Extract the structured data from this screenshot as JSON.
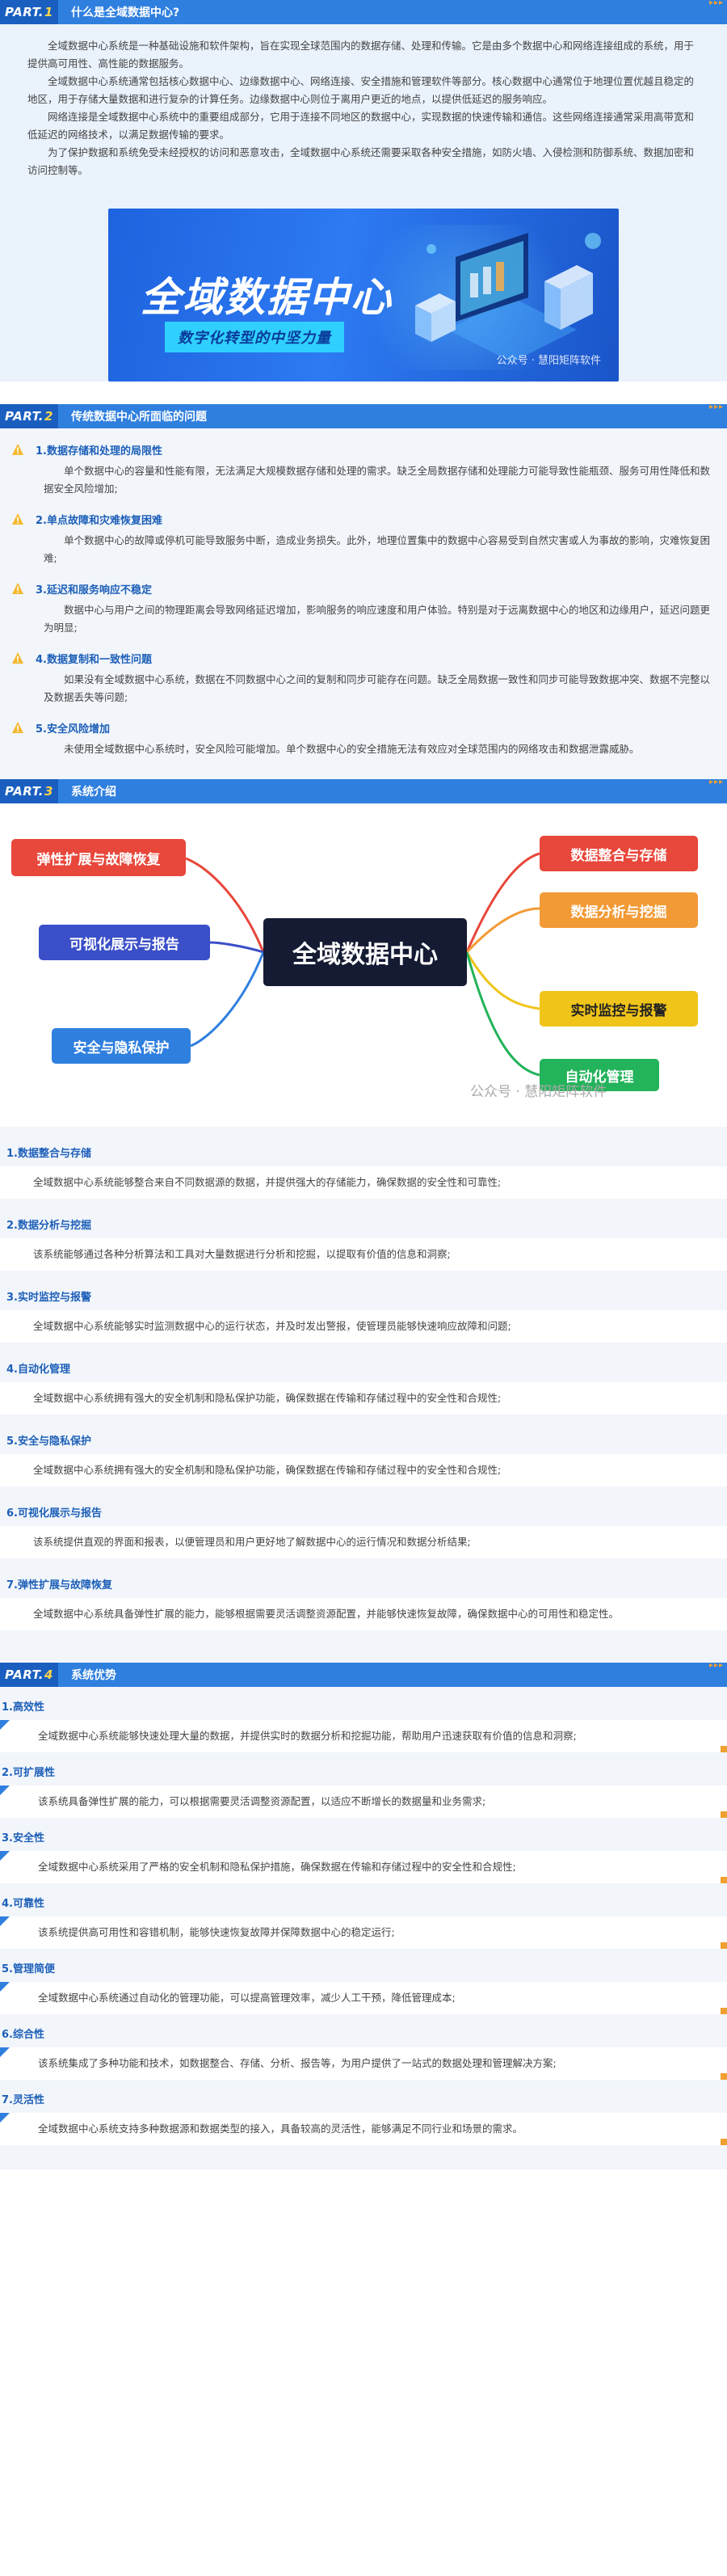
{
  "part1": {
    "tag": "PART.",
    "num": "1",
    "title": "什么是全域数据中心?",
    "paragraphs": [
      "全域数据中心系统是一种基础设施和软件架构，旨在实现全球范围内的数据存储、处理和传输。它是由多个数据中心和网络连接组成的系统，用于提供高可用性、高性能的数据服务。",
      "全域数据中心系统通常包括核心数据中心、边缘数据中心、网络连接、安全措施和管理软件等部分。核心数据中心通常位于地理位置优越且稳定的地区，用于存储大量数据和进行复杂的计算任务。边缘数据中心则位于离用户更近的地点，以提供低延迟的服务响应。",
      "网络连接是全域数据中心系统中的重要组成部分，它用于连接不同地区的数据中心，实现数据的快速传输和通信。这些网络连接通常采用高带宽和低延迟的网络技术，以满足数据传输的要求。",
      "为了保护数据和系统免受未经授权的访问和恶意攻击，全域数据中心系统还需要采取各种安全措施，如防火墙、入侵检测和防御系统、数据加密和访问控制等。"
    ],
    "banner": {
      "title": "全域数据中心",
      "subtitle": "数字化转型的中坚力量",
      "watermark": "公众号 · 慧阳矩阵软件"
    }
  },
  "part2": {
    "tag": "PART.",
    "num": "2",
    "title": "传统数据中心所面临的问题",
    "items": [
      {
        "title": "1.数据存储和处理的局限性",
        "body": "单个数据中心的容量和性能有限，无法满足大规模数据存储和处理的需求。缺乏全局数据存储和处理能力可能导致性能瓶颈、服务可用性降低和数据安全风险增加;"
      },
      {
        "title": "2.单点故障和灾难恢复困难",
        "body": "单个数据中心的故障或停机可能导致服务中断，造成业务损失。此外，地理位置集中的数据中心容易受到自然灾害或人为事故的影响，灾难恢复困难;"
      },
      {
        "title": "3.延迟和服务响应不稳定",
        "body": "数据中心与用户之间的物理距离会导致网络延迟增加，影响服务的响应速度和用户体验。特别是对于远离数据中心的地区和边缘用户，延迟问题更为明显;"
      },
      {
        "title": "4.数据复制和一致性问题",
        "body": "如果没有全域数据中心系统，数据在不同数据中心之间的复制和同步可能存在问题。缺乏全局数据一致性和同步可能导致数据冲突、数据不完整以及数据丢失等问题;"
      },
      {
        "title": "5.安全风险增加",
        "body": "未使用全域数据中心系统时，安全风险可能增加。单个数据中心的安全措施无法有效应对全球范围内的网络攻击和数据泄露威胁。"
      }
    ]
  },
  "part3": {
    "tag": "PART.",
    "num": "3",
    "title": "系统介绍",
    "mindmap": {
      "center": "全域数据中心",
      "left": [
        "弹性扩展与故障恢复",
        "可视化展示与报告",
        "安全与隐私保护"
      ],
      "right": [
        "数据整合与存储",
        "数据分析与挖掘",
        "实时监控与报警",
        "自动化管理"
      ],
      "watermark": "公众号 · 慧阳矩阵软件",
      "colors": {
        "left0": "#e8473b",
        "left1": "#3a4fc8",
        "left2": "#2f7fdf",
        "right0": "#e8473b",
        "right1": "#f29a35",
        "right2": "#f0c419",
        "right3": "#23b35a"
      }
    },
    "features": [
      {
        "title": "1.数据整合与存储",
        "body": "全域数据中心系统能够整合来自不同数据源的数据，并提供强大的存储能力，确保数据的安全性和可靠性;"
      },
      {
        "title": "2.数据分析与挖掘",
        "body": "该系统能够通过各种分析算法和工具对大量数据进行分析和挖掘，以提取有价值的信息和洞察;"
      },
      {
        "title": "3.实时监控与报警",
        "body": "全域数据中心系统能够实时监测数据中心的运行状态，并及时发出警报，使管理员能够快速响应故障和问题;"
      },
      {
        "title": "4.自动化管理",
        "body": "全域数据中心系统拥有强大的安全机制和隐私保护功能，确保数据在传输和存储过程中的安全性和合规性;"
      },
      {
        "title": "5.安全与隐私保护",
        "body": "全域数据中心系统拥有强大的安全机制和隐私保护功能，确保数据在传输和存储过程中的安全性和合规性;"
      },
      {
        "title": "6.可视化展示与报告",
        "body": "该系统提供直观的界面和报表，以便管理员和用户更好地了解数据中心的运行情况和数据分析结果;"
      },
      {
        "title": "7.弹性扩展与故障恢复",
        "body": "全域数据中心系统具备弹性扩展的能力，能够根据需要灵活调整资源配置，并能够快速恢复故障，确保数据中心的可用性和稳定性。"
      }
    ]
  },
  "part4": {
    "tag": "PART.",
    "num": "4",
    "title": "系统优势",
    "items": [
      {
        "title": "1.高效性",
        "body": "全域数据中心系统能够快速处理大量的数据，并提供实时的数据分析和挖掘功能，帮助用户迅速获取有价值的信息和洞察;"
      },
      {
        "title": "2.可扩展性",
        "body": "该系统具备弹性扩展的能力，可以根据需要灵活调整资源配置，以适应不断增长的数据量和业务需求;"
      },
      {
        "title": "3.安全性",
        "body": "全域数据中心系统采用了严格的安全机制和隐私保护措施，确保数据在传输和存储过程中的安全性和合规性;"
      },
      {
        "title": "4.可靠性",
        "body": "该系统提供高可用性和容错机制，能够快速恢复故障并保障数据中心的稳定运行;"
      },
      {
        "title": "5.管理简便",
        "body": "全域数据中心系统通过自动化的管理功能，可以提高管理效率，减少人工干预，降低管理成本;"
      },
      {
        "title": "6.综合性",
        "body": "该系统集成了多种功能和技术，如数据整合、存储、分析、报告等，为用户提供了一站式的数据处理和管理解决方案;"
      },
      {
        "title": "7.灵活性",
        "body": "全域数据中心系统支持多种数据源和数据类型的接入，具备较高的灵活性，能够满足不同行业和场景的需求。"
      }
    ]
  }
}
